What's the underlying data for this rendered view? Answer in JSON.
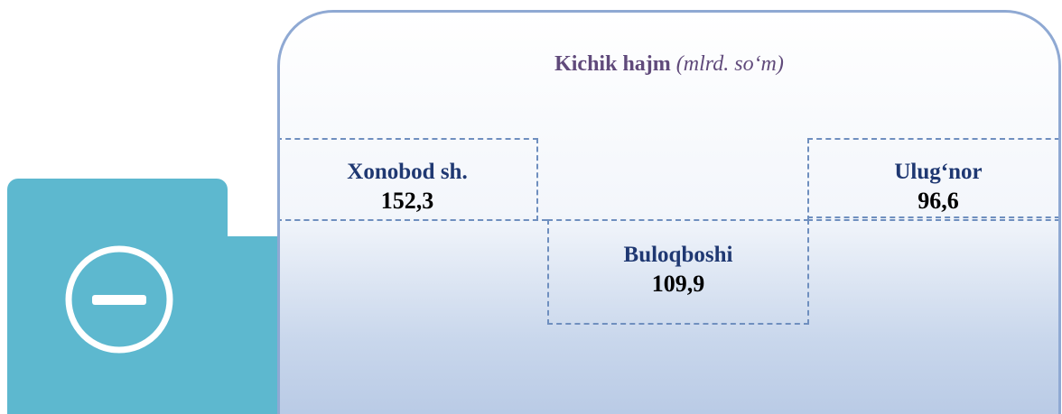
{
  "panel": {
    "title_main": "Kichik hajm",
    "title_unit": "(mlrd. so‘m)"
  },
  "regions": [
    {
      "name": "Xonobod sh.",
      "value": "152,3"
    },
    {
      "name": "Buloqboshi",
      "value": "109,9"
    },
    {
      "name": "Ulug‘nor",
      "value": "96,6"
    }
  ],
  "icon": {
    "name": "minus-circle-icon",
    "tile_color": "#5db8cf"
  },
  "colors": {
    "title": "#604a7b",
    "region_name": "#1f3872",
    "value": "#000000",
    "border": "#8fa9d3",
    "dash": "#6f8fbf"
  }
}
